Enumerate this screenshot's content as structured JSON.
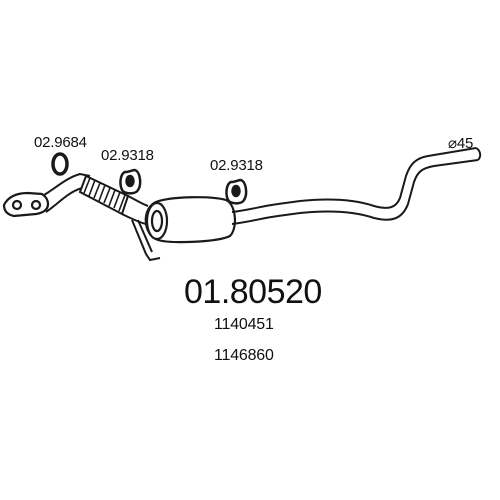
{
  "diagram": {
    "part_number": "01.80520",
    "oem_references": [
      "1140451",
      "1146860"
    ],
    "components": [
      {
        "code": "02.9684",
        "name": "gasket-ring"
      },
      {
        "code": "02.9318",
        "name": "rubber-hanger"
      },
      {
        "code": "02.9318",
        "name": "rubber-hanger"
      }
    ],
    "pipe_diameter_label": "⌀45",
    "line_color": "#1a1a1a"
  }
}
